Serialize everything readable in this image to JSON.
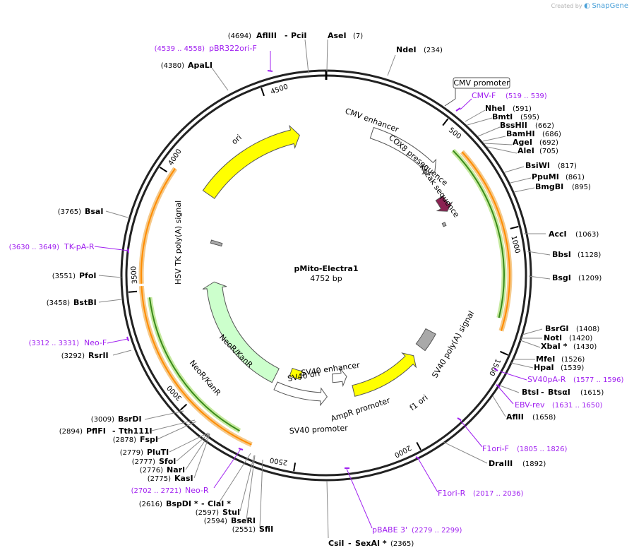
{
  "credit": {
    "prefix": "Created by",
    "brand": "SnapGene"
  },
  "plasmid": {
    "name": "pMito-Electra1",
    "length": "4752 bp",
    "total": 4752
  },
  "ticks": [
    {
      "pos": 500,
      "label": "500"
    },
    {
      "pos": 1000,
      "label": "1000"
    },
    {
      "pos": 1500,
      "label": "1500"
    },
    {
      "pos": 2000,
      "label": "2000"
    },
    {
      "pos": 2500,
      "label": "2500"
    },
    {
      "pos": 3000,
      "label": "3000"
    },
    {
      "pos": 3500,
      "label": "3500"
    },
    {
      "pos": 4000,
      "label": "4000"
    },
    {
      "pos": 4500,
      "label": "4500"
    }
  ],
  "features": [
    {
      "name": "CMV enhancer",
      "start": 235,
      "end": 614,
      "color": "#ffffff",
      "dir": 1
    },
    {
      "name": "COX8 presequence",
      "start": 735,
      "end": 820,
      "color": "#8b2252",
      "dir": 1
    },
    {
      "name": "Kozak sequence",
      "start": 870,
      "end": 890,
      "color": "#a9a9a9",
      "dir": 0
    },
    {
      "name": "SV40 poly(A) signal",
      "start": 1560,
      "end": 1680,
      "color": "#a9a9a9",
      "dir": 0
    },
    {
      "name": "f1 ori",
      "start": 1750,
      "end": 2200,
      "color": "#ffff00",
      "dir": -1
    },
    {
      "name": "AmpR promoter",
      "start": 2225,
      "end": 2330,
      "color": "#ffffff",
      "dir": -1
    },
    {
      "name": "SV40 promoter",
      "start": 2370,
      "end": 2700,
      "color": "#ffffff",
      "dir": -1
    },
    {
      "name": "SV40 ori",
      "start": 2560,
      "end": 2640,
      "color": "#ffff00",
      "dir": 0
    },
    {
      "name": "NeoR/KanR",
      "start": 2730,
      "end": 3520,
      "color": "#ccffcc",
      "dir": 1
    },
    {
      "name": "HSV TK poly(A) signal",
      "start": 3770,
      "end": 3790,
      "color": "#a9a9a9",
      "dir": 0
    },
    {
      "name": "ori",
      "start": 4020,
      "end": 4610,
      "color": "#ffff00",
      "dir": 1
    }
  ],
  "orf_arcs": [
    {
      "start": 630,
      "end": 1420,
      "color": "#f5c98a",
      "line": "#ff8c00",
      "dir": 1
    },
    {
      "start": 600,
      "end": 1370,
      "color": "#c6eaa0",
      "dir": -1
    },
    {
      "start": 2690,
      "end": 3520,
      "color": "#f5c98a",
      "line": "#ff8c00",
      "dir": -1
    },
    {
      "start": 2760,
      "end": 3470,
      "color": "#c6eaa0",
      "dir": -1
    },
    {
      "start": 3530,
      "end": 4030,
      "color": "#f5c98a",
      "line": "#ff8c00",
      "dir": 1
    }
  ],
  "enzymes_right": [
    {
      "name": "NdeI",
      "pos": "(234)"
    },
    {
      "name": "NheI",
      "pos": "(591)"
    },
    {
      "name": "BmtI",
      "pos": "(595)"
    },
    {
      "name": "BssHII",
      "pos": "(662)"
    },
    {
      "name": "BamHI",
      "pos": "(686)"
    },
    {
      "name": "AgeI",
      "pos": "(692)"
    },
    {
      "name": "AleI",
      "pos": "(705)"
    },
    {
      "name": "BsiWI",
      "pos": "(817)"
    },
    {
      "name": "PpuMI",
      "pos": "(861)"
    },
    {
      "name": "BmgBI",
      "pos": "(895)"
    },
    {
      "name": "AccI",
      "pos": "(1063)"
    },
    {
      "name": "BbsI",
      "pos": "(1128)"
    },
    {
      "name": "BsgI",
      "pos": "(1209)"
    },
    {
      "name": "BsrGI",
      "pos": "(1408)"
    },
    {
      "name": "NotI",
      "pos": "(1420)"
    },
    {
      "name": "XbaI *",
      "pos": "(1430)"
    },
    {
      "name": "MfeI",
      "pos": "(1526)"
    },
    {
      "name": "HpaI",
      "pos": "(1539)"
    },
    {
      "name": "BtsI",
      "name2": "BtsαI",
      "pos": "(1615)"
    },
    {
      "name": "AflII",
      "pos": "(1658)"
    },
    {
      "name": "DraIII",
      "pos": "(1892)"
    }
  ],
  "enzymes_left": [
    {
      "name": "AflIII",
      "name2": "PciI",
      "pos": "(4694)"
    },
    {
      "name": "AseI",
      "pos": "(7)"
    },
    {
      "name": "ApaLI",
      "pos": "(4380)"
    },
    {
      "name": "BsaI",
      "pos": "(3765)"
    },
    {
      "name": "PfoI",
      "pos": "(3551)"
    },
    {
      "name": "BstBI",
      "pos": "(3458)"
    },
    {
      "name": "RsrII",
      "pos": "(3292)"
    },
    {
      "name": "BsrDI",
      "pos": "(3009)"
    },
    {
      "name": "PflFI",
      "name2": "Tth111I",
      "pos": "(2894)"
    },
    {
      "name": "FspI",
      "pos": "(2878)"
    },
    {
      "name": "PluTI",
      "pos": "(2779)"
    },
    {
      "name": "SfoI",
      "pos": "(2777)"
    },
    {
      "name": "NarI",
      "pos": "(2776)"
    },
    {
      "name": "KasI",
      "pos": "(2775)"
    },
    {
      "name": "BspDI *",
      "name2": "ClaI *",
      "pos": "(2616)"
    },
    {
      "name": "StuI",
      "pos": "(2597)"
    },
    {
      "name": "BseRI",
      "pos": "(2594)"
    },
    {
      "name": "SfiI",
      "pos": "(2551)"
    },
    {
      "name": "CsiI",
      "name2": "SexAI *",
      "pos": "(2365)"
    }
  ],
  "primers": [
    {
      "name": "CMV-F",
      "range": "(519 .. 539)"
    },
    {
      "name": "SV40pA-R",
      "range": "(1577 .. 1596)"
    },
    {
      "name": "EBV-rev",
      "range": "(1631 .. 1650)"
    },
    {
      "name": "F1ori-F",
      "range": "(1805 .. 1826)"
    },
    {
      "name": "F1ori-R",
      "range": "(2017 .. 2036)"
    },
    {
      "name": "pBABE 3'",
      "range": "(2279 .. 2299)"
    },
    {
      "name": "Neo-R",
      "range": "(2702 .. 2721)"
    },
    {
      "name": "Neo-F",
      "range": "(3312 .. 3331)"
    },
    {
      "name": "TK-pA-R",
      "range": "(3630 .. 3649)"
    },
    {
      "name": "pBR322ori-F",
      "range": "(4539 .. 4558)"
    }
  ],
  "callout": {
    "cmv_promoter": "CMV promoter"
  }
}
